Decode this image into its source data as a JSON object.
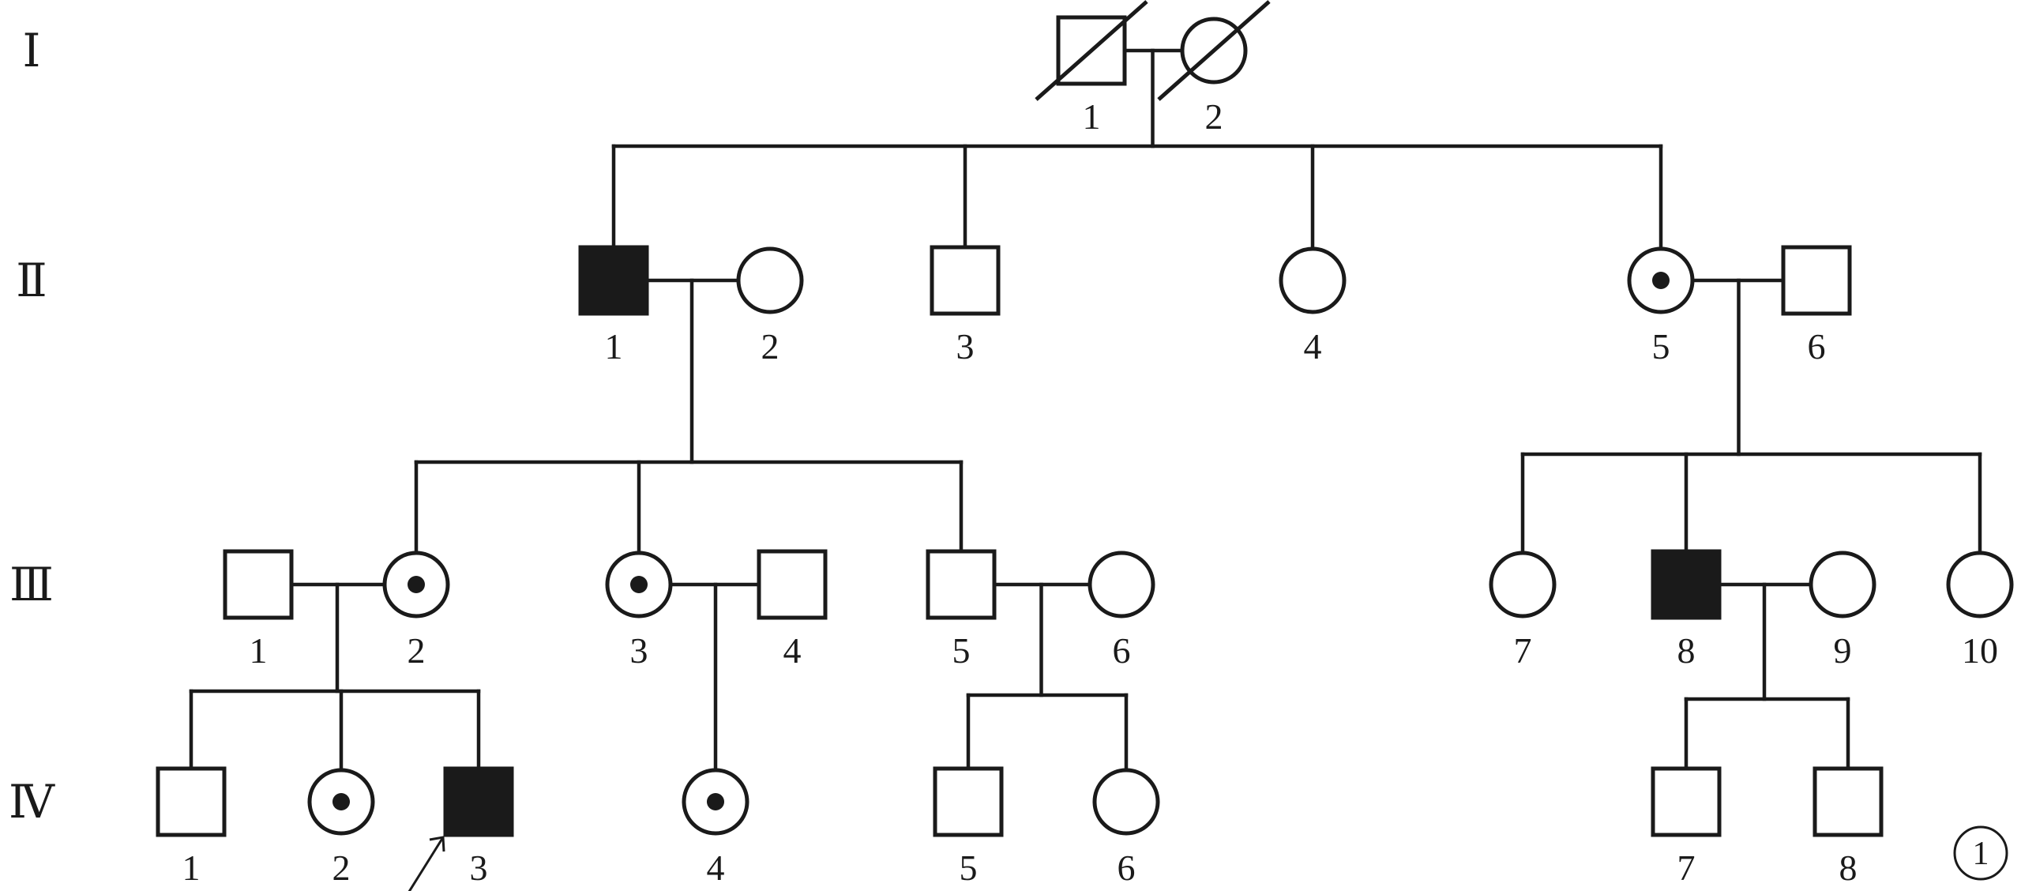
{
  "pedigree": {
    "generations": [
      "Ⅰ",
      "Ⅱ",
      "Ⅲ",
      "Ⅳ"
    ],
    "members": [
      {
        "key": "I-1",
        "gen": 0,
        "label": "1",
        "sex": "male",
        "status": "deceased"
      },
      {
        "key": "I-2",
        "gen": 0,
        "label": "2",
        "sex": "female",
        "status": "deceased"
      },
      {
        "key": "II-1",
        "gen": 1,
        "label": "1",
        "sex": "male",
        "status": "affected"
      },
      {
        "key": "II-2",
        "gen": 1,
        "label": "2",
        "sex": "female",
        "status": "normal"
      },
      {
        "key": "II-3",
        "gen": 1,
        "label": "3",
        "sex": "male",
        "status": "normal"
      },
      {
        "key": "II-4",
        "gen": 1,
        "label": "4",
        "sex": "female",
        "status": "normal"
      },
      {
        "key": "II-5",
        "gen": 1,
        "label": "5",
        "sex": "female",
        "status": "carrier"
      },
      {
        "key": "II-6",
        "gen": 1,
        "label": "6",
        "sex": "male",
        "status": "normal"
      },
      {
        "key": "III-1",
        "gen": 2,
        "label": "1",
        "sex": "male",
        "status": "normal"
      },
      {
        "key": "III-2",
        "gen": 2,
        "label": "2",
        "sex": "female",
        "status": "carrier"
      },
      {
        "key": "III-3",
        "gen": 2,
        "label": "3",
        "sex": "female",
        "status": "carrier"
      },
      {
        "key": "III-4",
        "gen": 2,
        "label": "4",
        "sex": "male",
        "status": "normal"
      },
      {
        "key": "III-5",
        "gen": 2,
        "label": "5",
        "sex": "male",
        "status": "normal"
      },
      {
        "key": "III-6",
        "gen": 2,
        "label": "6",
        "sex": "female",
        "status": "normal"
      },
      {
        "key": "III-7",
        "gen": 2,
        "label": "7",
        "sex": "female",
        "status": "normal"
      },
      {
        "key": "III-8",
        "gen": 2,
        "label": "8",
        "sex": "male",
        "status": "affected"
      },
      {
        "key": "III-9",
        "gen": 2,
        "label": "9",
        "sex": "female",
        "status": "normal"
      },
      {
        "key": "III-10",
        "gen": 2,
        "label": "10",
        "sex": "female",
        "status": "normal"
      },
      {
        "key": "IV-1",
        "gen": 3,
        "label": "1",
        "sex": "male",
        "status": "normal"
      },
      {
        "key": "IV-2",
        "gen": 3,
        "label": "2",
        "sex": "female",
        "status": "carrier"
      },
      {
        "key": "IV-3",
        "gen": 3,
        "label": "3",
        "sex": "male",
        "status": "affected",
        "proband": true
      },
      {
        "key": "IV-4",
        "gen": 3,
        "label": "4",
        "sex": "female",
        "status": "carrier"
      },
      {
        "key": "IV-5",
        "gen": 3,
        "label": "5",
        "sex": "male",
        "status": "normal"
      },
      {
        "key": "IV-6",
        "gen": 3,
        "label": "6",
        "sex": "female",
        "status": "normal"
      },
      {
        "key": "IV-7",
        "gen": 3,
        "label": "7",
        "sex": "male",
        "status": "normal"
      },
      {
        "key": "IV-8",
        "gen": 3,
        "label": "8",
        "sex": "male",
        "status": "normal"
      }
    ],
    "couples": [
      {
        "partners": [
          "I-1",
          "I-2"
        ],
        "children": [
          "II-1",
          "II-3",
          "II-4",
          "II-5"
        ]
      },
      {
        "partners": [
          "II-1",
          "II-2"
        ],
        "children": [
          "III-2",
          "III-3",
          "III-5"
        ]
      },
      {
        "partners": [
          "II-5",
          "II-6"
        ],
        "children": [
          "III-7",
          "III-8",
          "III-10"
        ]
      },
      {
        "partners": [
          "III-1",
          "III-2"
        ],
        "children": [
          "IV-1",
          "IV-2",
          "IV-3"
        ]
      },
      {
        "partners": [
          "III-3",
          "III-4"
        ],
        "children": [
          "IV-4"
        ]
      },
      {
        "partners": [
          "III-5",
          "III-6"
        ],
        "children": [
          "IV-5",
          "IV-6"
        ]
      },
      {
        "partners": [
          "III-8",
          "III-9"
        ],
        "children": [
          "IV-7",
          "IV-8"
        ]
      }
    ],
    "figure_number": "1",
    "colors": {
      "stroke": "#1a1a1a",
      "fill_affected": "#1a1a1a",
      "background": "#ffffff"
    }
  }
}
